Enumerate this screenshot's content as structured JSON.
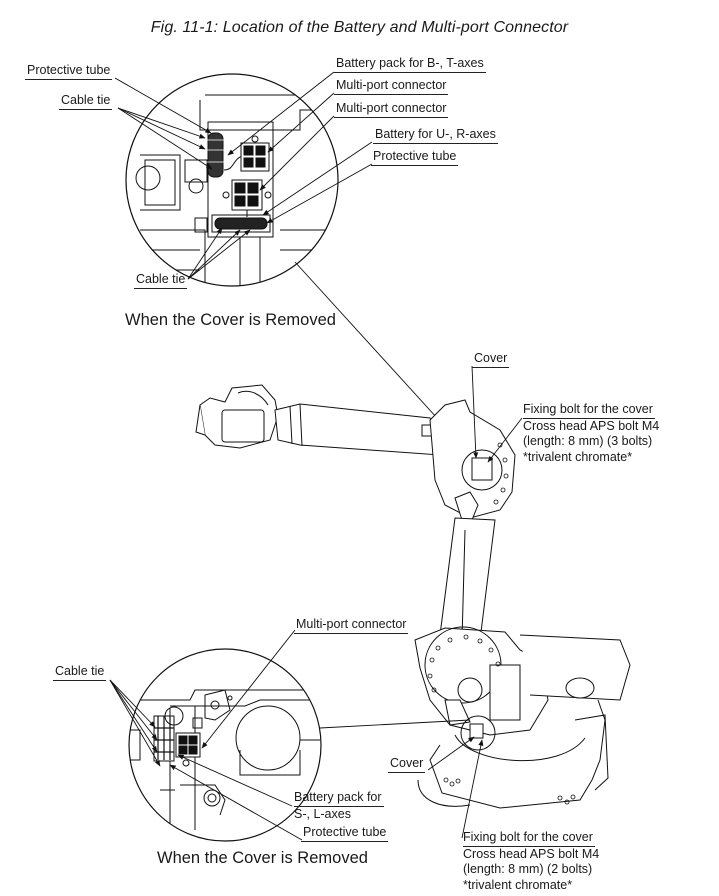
{
  "figure": {
    "title": "Fig. 11-1: Location of the Battery and Multi-port Connector"
  },
  "upper_detail": {
    "caption": "When the Cover is Removed",
    "labels": {
      "protective_tube_left": "Protective tube",
      "cable_tie_left": "Cable tie",
      "battery_pack_bt": "Battery pack for B-, T-axes",
      "multiport_1": "Multi-port connector",
      "multiport_2": "Multi-port connector",
      "battery_ur": "Battery for U-, R-axes",
      "protective_tube_right": "Protective tube",
      "cable_tie_bottom": "Cable tie"
    }
  },
  "upper_callout": {
    "cover": "Cover",
    "fixing_bolt": {
      "line1": "Fixing bolt for the cover",
      "line2": "Cross head APS bolt M4",
      "line3": "(length: 8 mm) (3 bolts)",
      "line4": "*trivalent chromate*"
    }
  },
  "lower_detail": {
    "caption": "When the Cover is Removed",
    "labels": {
      "cable_tie": "Cable tie",
      "multiport": "Multi-port connector",
      "battery_pack_line1": "Battery pack for",
      "battery_pack_line2": "S-, L-axes",
      "protective_tube": "Protective tube"
    }
  },
  "lower_callout": {
    "cover": "Cover",
    "fixing_bolt": {
      "line1": "Fixing bolt for the cover",
      "line2": "Cross head APS bolt M4",
      "line3": "(length: 8 mm) (2 bolts)",
      "line4": "*trivalent chromate*"
    }
  }
}
